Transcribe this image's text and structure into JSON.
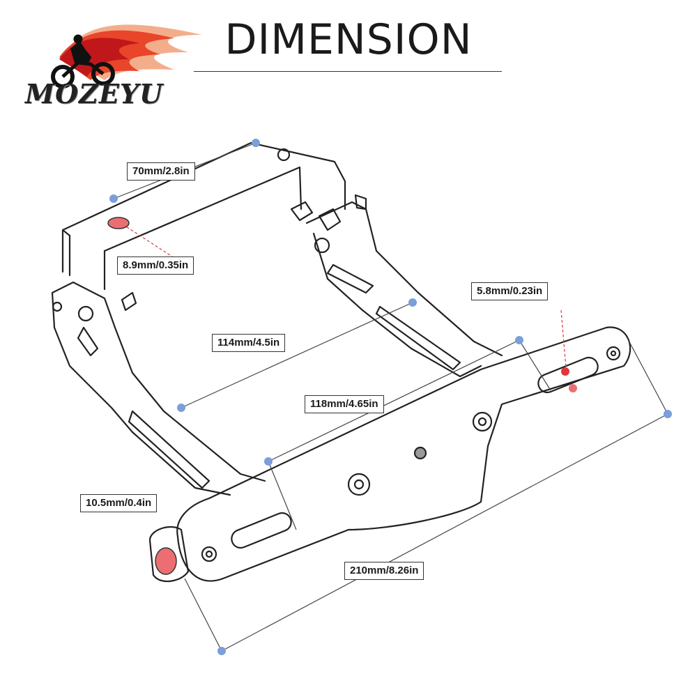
{
  "title": "DIMENSION",
  "brand": {
    "name": "MOZEYU",
    "logo_icon": "motocross-rider-flame-icon",
    "flame_colors": [
      "#c0171b",
      "#e8452a",
      "#f08a5a"
    ]
  },
  "colors": {
    "line": "#222222",
    "marker_blue": "#7a9fd9",
    "marker_red": "#e2363c",
    "hole_red": "#ec6e72"
  },
  "dimensions": [
    {
      "id": "width-top",
      "label": "70mm/2.8in",
      "marker": "blue"
    },
    {
      "id": "top-hole",
      "label": "8.9mm/0.35in",
      "marker": "red"
    },
    {
      "id": "slot-width",
      "label": "5.8mm/0.23in",
      "marker": "red"
    },
    {
      "id": "arm-length",
      "label": "114mm/4.5in",
      "marker": "blue"
    },
    {
      "id": "plate-depth",
      "label": "118mm/4.65in",
      "marker": "blue"
    },
    {
      "id": "end-hole",
      "label": "10.5mm/0.4in",
      "marker": "red"
    },
    {
      "id": "total-length",
      "label": "210mm/8.26in",
      "marker": "blue"
    }
  ]
}
